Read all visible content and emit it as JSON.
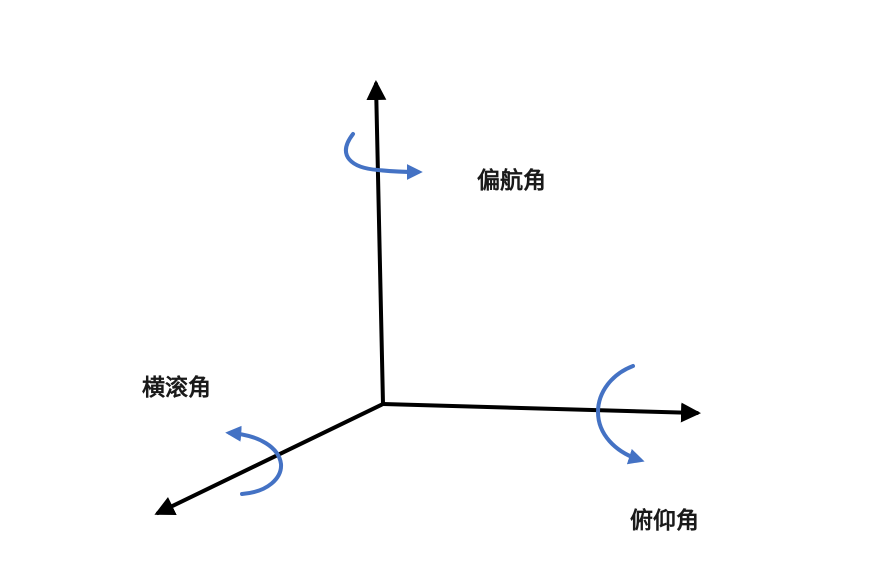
{
  "labels": {
    "yaw": "偏航角",
    "pitch": "俯仰角",
    "roll": "横滚角"
  },
  "colors": {
    "axis": "#000000",
    "rotation_arrow": "#4472C4",
    "label": "#1a1a1a"
  },
  "icons": {
    "yaw_rotation": "curved-arrow-icon",
    "pitch_rotation": "curved-arrow-icon",
    "roll_rotation": "curved-arrow-icon"
  }
}
